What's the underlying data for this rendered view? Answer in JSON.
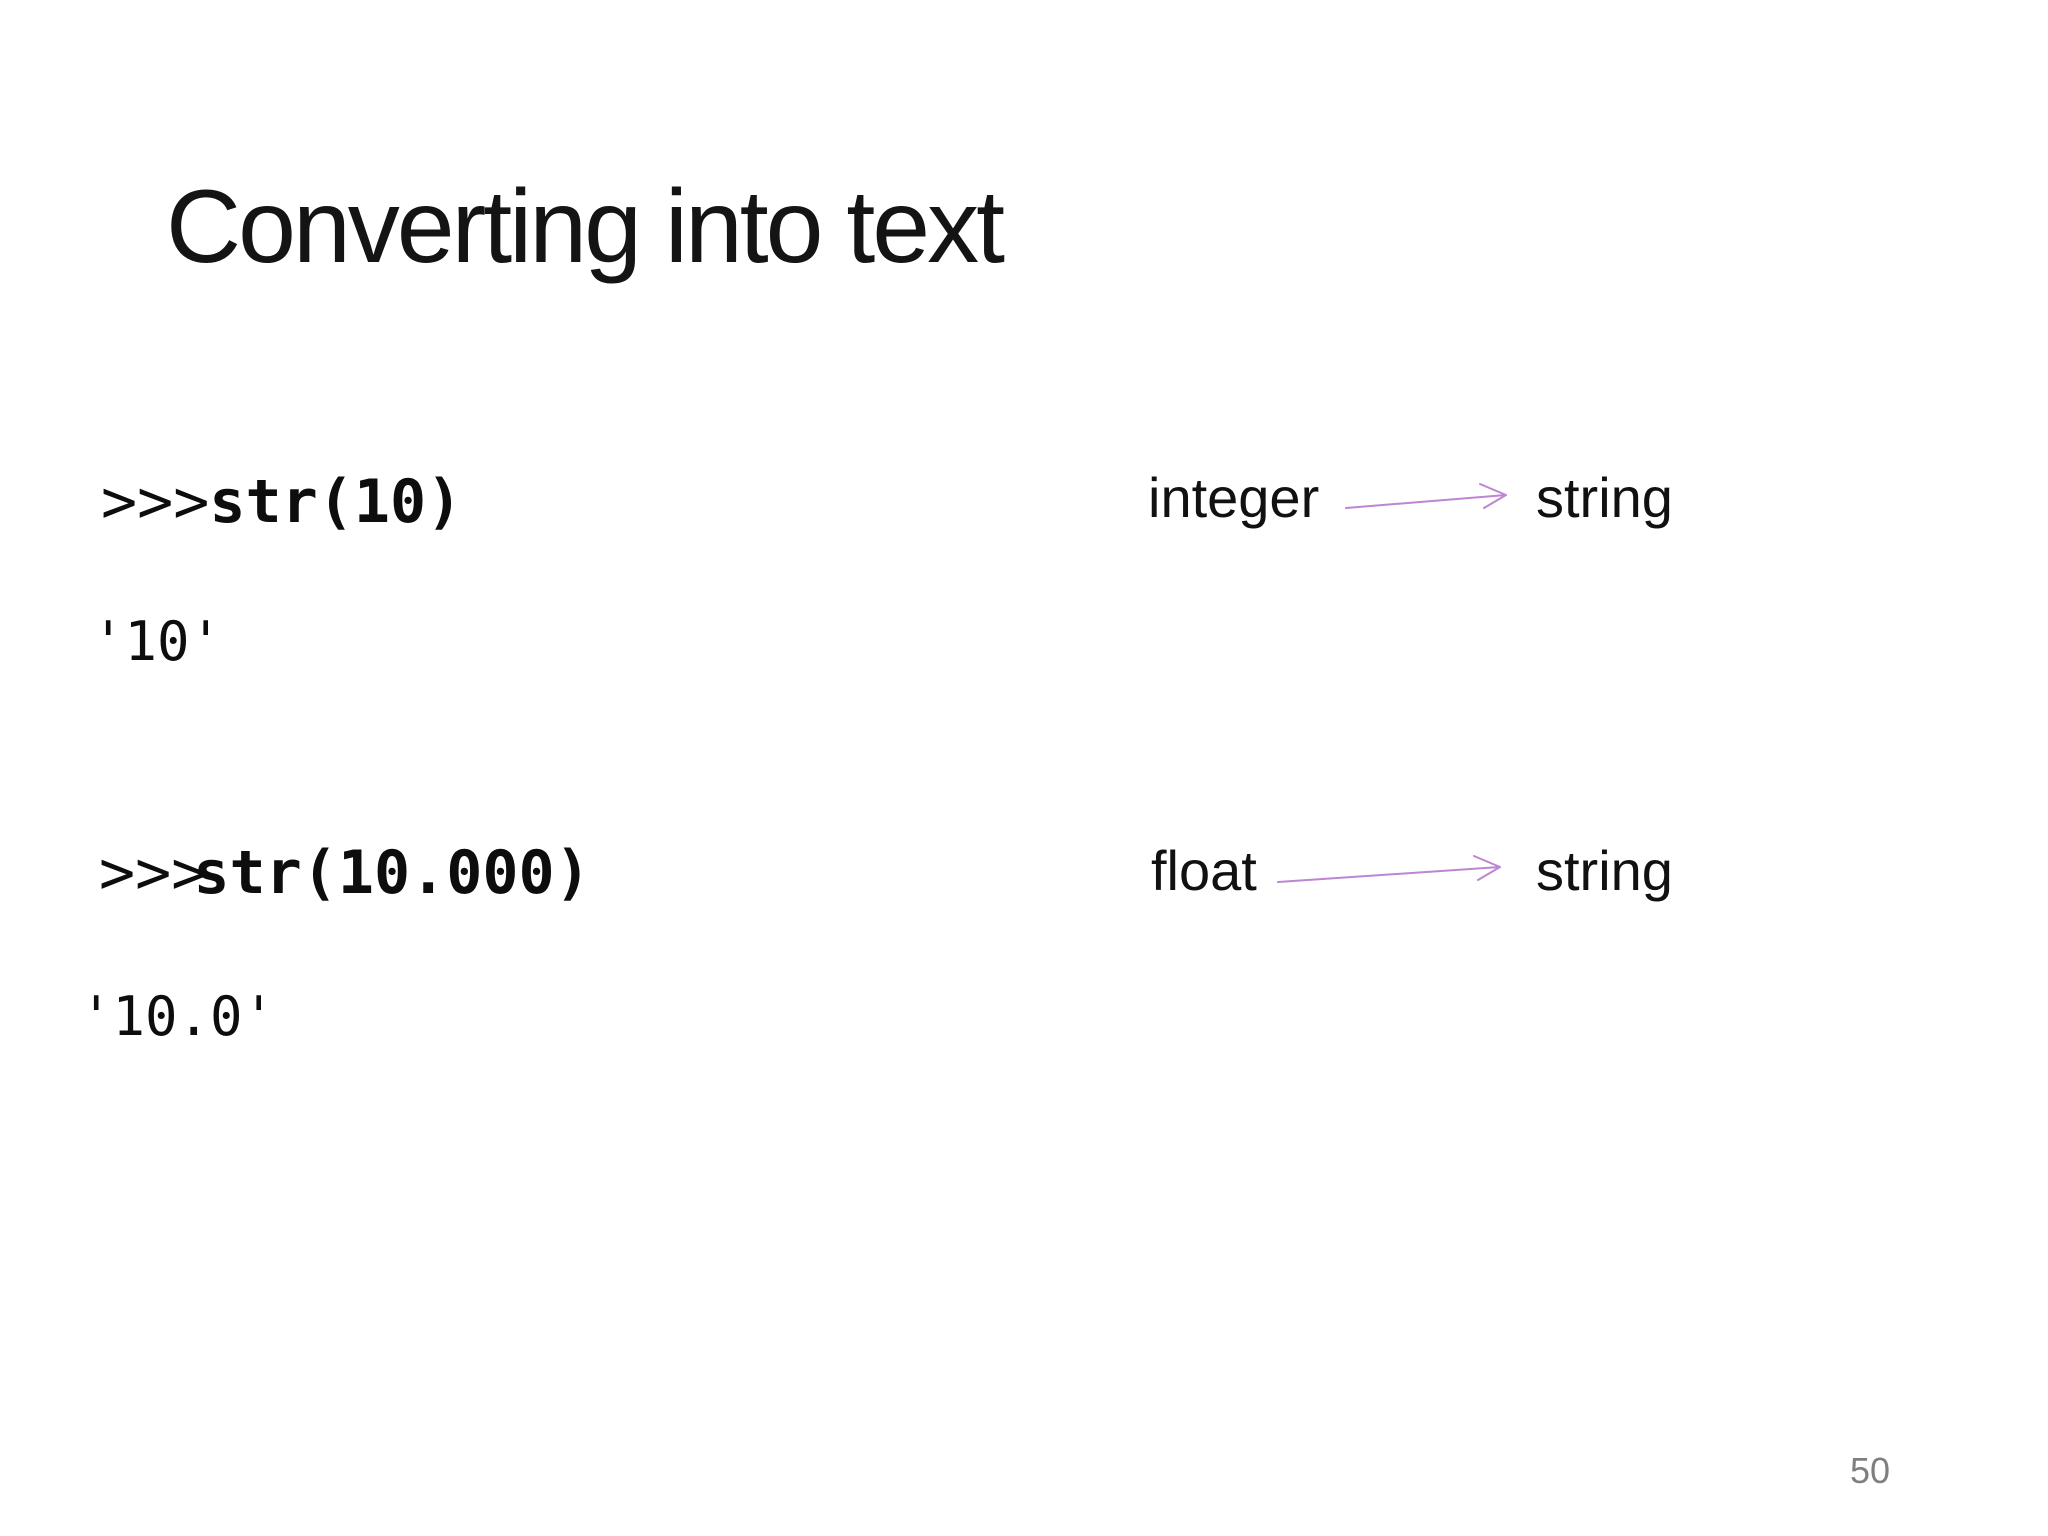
{
  "slide": {
    "title": "Converting into text",
    "examples": [
      {
        "prompt": ">>>",
        "code": "str(10)",
        "output": "'10'",
        "from_type": "integer",
        "to_type": "string"
      },
      {
        "prompt": ">>>",
        "code": "str(10.000)",
        "output": "'10.0'",
        "from_type": "float",
        "to_type": "string"
      }
    ],
    "page_number": "50",
    "colors": {
      "background": "#ffffff",
      "text": "#111111",
      "arrow": "#bd85d4",
      "page_number": "#7f7f7f"
    }
  }
}
